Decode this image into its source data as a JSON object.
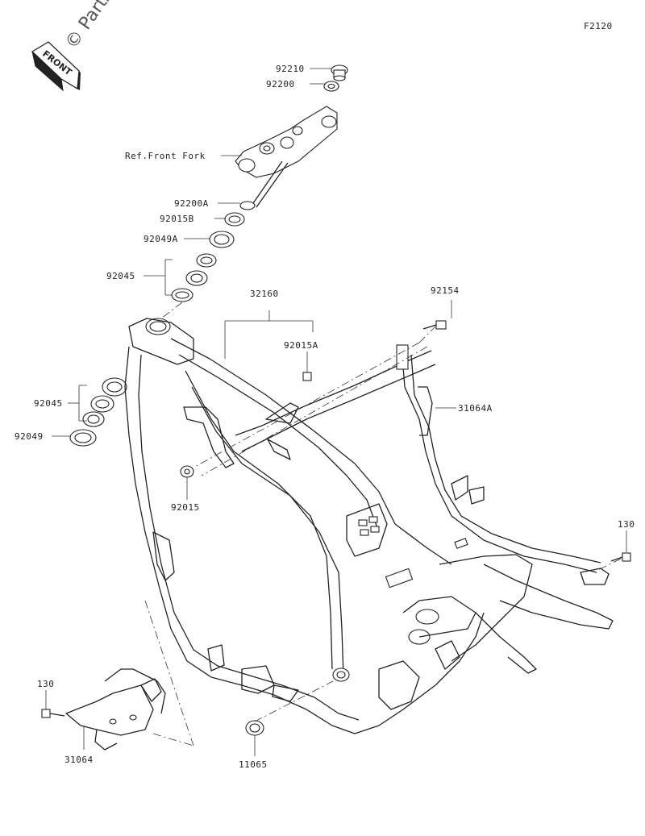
{
  "watermark": "© Partzilla",
  "figure_code": "F2120",
  "front_badge": "FRONT",
  "parts": [
    {
      "id": "p92210",
      "label": "92210"
    },
    {
      "id": "p92200",
      "label": "92200"
    },
    {
      "id": "pref",
      "label": "Ref.Front Fork"
    },
    {
      "id": "p92200A",
      "label": "92200A"
    },
    {
      "id": "p92015B",
      "label": "92015B"
    },
    {
      "id": "p92049A",
      "label": "92049A"
    },
    {
      "id": "p92045a",
      "label": "92045"
    },
    {
      "id": "p32160",
      "label": "32160"
    },
    {
      "id": "p92154",
      "label": "92154"
    },
    {
      "id": "p92015A",
      "label": "92015A"
    },
    {
      "id": "p31064A",
      "label": "31064A"
    },
    {
      "id": "p92045b",
      "label": "92045"
    },
    {
      "id": "p92049",
      "label": "92049"
    },
    {
      "id": "p92015",
      "label": "92015"
    },
    {
      "id": "p130a",
      "label": "130"
    },
    {
      "id": "p130b",
      "label": "130"
    },
    {
      "id": "p31064",
      "label": "31064"
    },
    {
      "id": "p11065",
      "label": "11065"
    }
  ]
}
